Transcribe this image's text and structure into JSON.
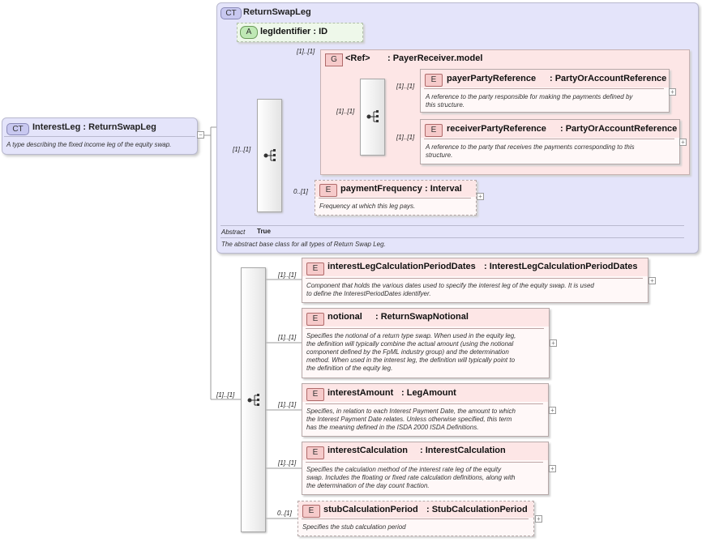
{
  "root": {
    "badge": "CT",
    "title": "InterestLeg : ReturnSwapLeg",
    "description": "A type describing the fixed income leg of the equity swap."
  },
  "base_type": {
    "badge": "CT",
    "title": "ReturnSwapLeg",
    "abstract_label": "Abstract",
    "abstract_value": "True",
    "description": "The abstract base class for all types of Return Swap Leg."
  },
  "attribute": {
    "badge": "A",
    "title": "legIdentifier : ID"
  },
  "group": {
    "badge": "G",
    "ref": "<Ref>",
    "model": ": PayerReceiver.model",
    "cardinality": "[1]..[1]"
  },
  "cardinalities": {
    "base_seq": "[1]..[1]",
    "group_seq": "[1]..[1]",
    "main_seq": "[1]..[1]"
  },
  "group_elements": [
    {
      "badge": "E",
      "name": "payerPartyReference",
      "type": ": PartyOrAccountReference",
      "cardinality": "[1]..[1]",
      "description": [
        "A reference to the party responsible for making the payments defined by",
        "this structure."
      ]
    },
    {
      "badge": "E",
      "name": "receiverPartyReference",
      "type": ": PartyOrAccountReference",
      "cardinality": "[1]..[1]",
      "description": [
        "A reference to the party that receives the payments corresponding to this",
        "structure."
      ]
    }
  ],
  "base_elements": [
    {
      "badge": "E",
      "name": "paymentFrequency",
      "type": ": Interval",
      "cardinality": "0..[1]",
      "description": [
        "Frequency at which this leg pays."
      ]
    }
  ],
  "elements": [
    {
      "badge": "E",
      "name": "interestLegCalculationPeriodDates",
      "type": ": InterestLegCalculationPeriodDates",
      "cardinality": "[1]..[1]",
      "description": [
        "Component that holds the various dates used to specify the interest leg of the equity swap. It is used",
        "to define the InterestPeriodDates identifyer."
      ]
    },
    {
      "badge": "E",
      "name": "notional",
      "type": ": ReturnSwapNotional",
      "cardinality": "[1]..[1]",
      "description": [
        "Specifies the notional of a return type swap. When used in the equity leg,",
        "the definition will typically combine the actual amount (using the notional",
        "component defined by the FpML industry group) and the determination",
        "method. When used in the interest leg, the definition will typically point to",
        "the definition of the equity leg."
      ]
    },
    {
      "badge": "E",
      "name": "interestAmount",
      "type": ": LegAmount",
      "cardinality": "[1]..[1]",
      "description": [
        "Specifies, in relation to each Interest Payment Date, the amount to which",
        "the Interest Payment Date relates. Unless otherwise specified, this term",
        "has the meaning defined in the ISDA 2000 ISDA Definitions."
      ]
    },
    {
      "badge": "E",
      "name": "interestCalculation",
      "type": ": InterestCalculation",
      "cardinality": "[1]..[1]",
      "description": [
        "Specifies the calculation method of the interest rate leg of the equity",
        "swap. Includes the floating or fixed rate calculation definitions, along with",
        "the determination of the day count fraction."
      ]
    },
    {
      "badge": "E",
      "name": "stubCalculationPeriod",
      "type": ": StubCalculationPeriod",
      "cardinality": "0..[1]",
      "description": [
        "Specifies the stub calculation period"
      ]
    }
  ]
}
